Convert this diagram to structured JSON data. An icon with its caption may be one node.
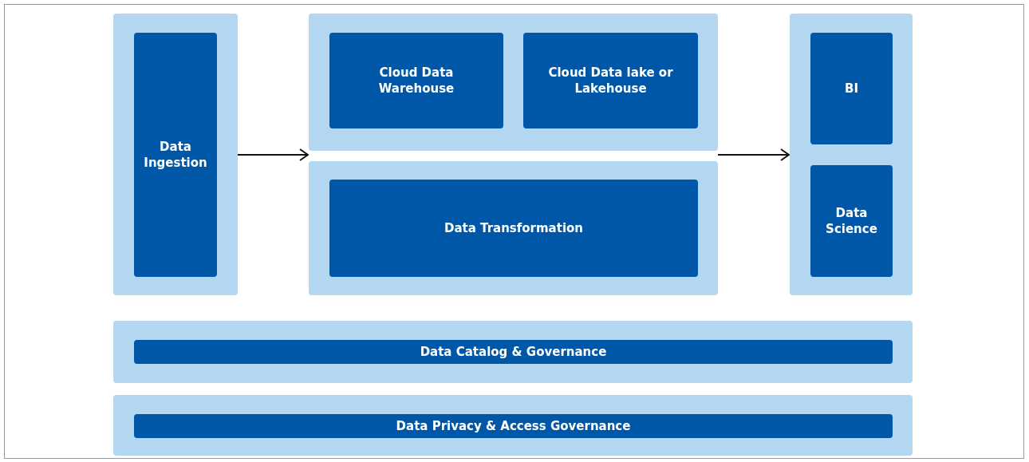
{
  "diagram": {
    "nodes": [
      {
        "text": [],
        "shape": "box"
      },
      {
        "text": [
          "Data Ingestion"
        ],
        "in": 0
      },
      {
        "text": [],
        "shape": "box"
      },
      {
        "text": [
          "Cloud Data Warehouse"
        ],
        "in": 2
      },
      {
        "text": [
          "Cloud Data lake or Lakehouse"
        ],
        "in": 2
      },
      {
        "text": [],
        "shape": "box"
      },
      {
        "text": [
          "Data Transformation"
        ],
        "in": 5
      },
      {
        "text": [],
        "shape": "box"
      },
      {
        "text": [
          "BI"
        ],
        "in": 7
      },
      {
        "text": [
          "Data Science"
        ],
        "in": 7
      },
      {
        "text": [],
        "shape": "box"
      },
      {
        "text": [
          "Data Catalog & Governance"
        ],
        "in": 10
      },
      {
        "text": [],
        "shape": "box"
      },
      {
        "text": [
          "Data Privacy & Access Governance"
        ],
        "in": 12
      }
    ],
    "edges": [
      {
        "from": 0,
        "to": 2,
        "arrow": "to"
      },
      {
        "from": 2,
        "to": 7,
        "arrow": "to"
      }
    ]
  }
}
